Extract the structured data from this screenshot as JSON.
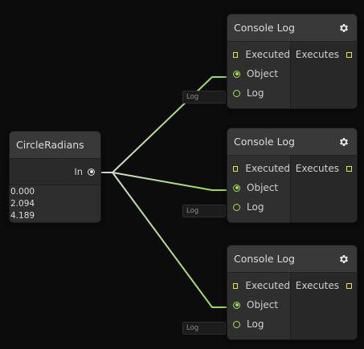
{
  "circle_node": {
    "title": "CircleRadians",
    "output_label": "In",
    "values": [
      "0.000",
      "2.094",
      "4.189"
    ]
  },
  "console_nodes": [
    {
      "title": "Console Log",
      "in_ports": [
        "Executed",
        "Object",
        "Log"
      ],
      "out_ports": [
        "Executes"
      ],
      "log_field": "Log"
    },
    {
      "title": "Console Log",
      "in_ports": [
        "Executed",
        "Object",
        "Log"
      ],
      "out_ports": [
        "Executes"
      ],
      "log_field": "Log"
    },
    {
      "title": "Console Log",
      "in_ports": [
        "Executed",
        "Object",
        "Log"
      ],
      "out_ports": [
        "Executes"
      ],
      "log_field": "Log"
    }
  ],
  "colors": {
    "background": "#0c0c0c",
    "exec_port": "#e8e24a",
    "value_port": "#9ee34a",
    "wire_start": "#d8d8d8",
    "wire_end": "#8ee23a"
  },
  "icons": {
    "settings": "gear-icon"
  }
}
